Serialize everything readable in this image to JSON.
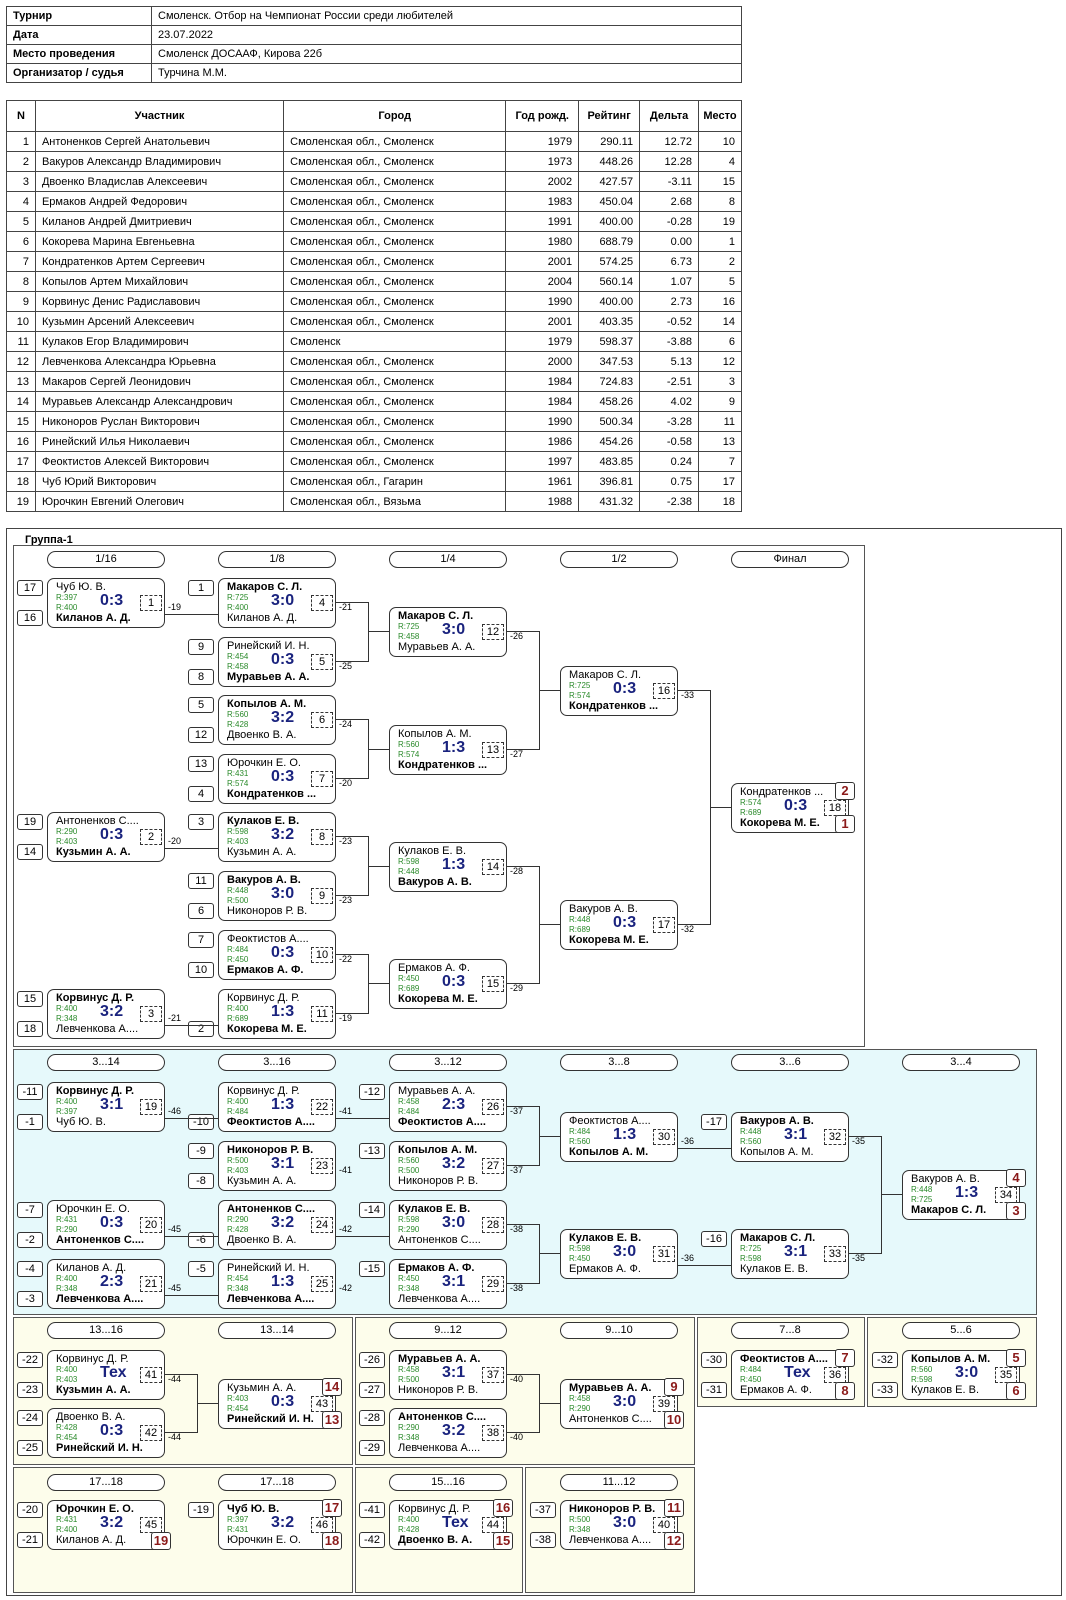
{
  "info": [
    {
      "k": "Турнир",
      "v": "Смоленск. Отбор на Чемпионат России среди любителей"
    },
    {
      "k": "Дата",
      "v": "23.07.2022"
    },
    {
      "k": "Место проведения",
      "v": "Смоленск ДОСААФ, Кирова 22б"
    },
    {
      "k": "Организатор / судья",
      "v": "Турчина М.М."
    }
  ],
  "participants": {
    "headers": [
      "N",
      "Участник",
      "Город",
      "Год рожд.",
      "Рейтинг",
      "Дельта",
      "Место"
    ],
    "rows": [
      [
        "1",
        "Антоненков Сергей Анатольевич",
        "Смоленская обл., Смоленск",
        "1979",
        "290.11",
        "12.72",
        "10"
      ],
      [
        "2",
        "Вакуров Александр Владимирович",
        "Смоленская обл., Смоленск",
        "1973",
        "448.26",
        "12.28",
        "4"
      ],
      [
        "3",
        "Двоенко Владислав Алексеевич",
        "Смоленская обл., Смоленск",
        "2002",
        "427.57",
        "-3.11",
        "15"
      ],
      [
        "4",
        "Ермаков Андрей Федорович",
        "Смоленская обл., Смоленск",
        "1983",
        "450.04",
        "2.68",
        "8"
      ],
      [
        "5",
        "Киланов Андрей Дмитриевич",
        "Смоленская обл., Смоленск",
        "1991",
        "400.00",
        "-0.28",
        "19"
      ],
      [
        "6",
        "Кокорева Марина Евгеньевна",
        "Смоленская обл., Смоленск",
        "1980",
        "688.79",
        "0.00",
        "1"
      ],
      [
        "7",
        "Кондратенков Артем Сергеевич",
        "Смоленская обл., Смоленск",
        "2001",
        "574.25",
        "6.73",
        "2"
      ],
      [
        "8",
        "Копылов Артем Михайлович",
        "Смоленская обл., Смоленск",
        "2004",
        "560.14",
        "1.07",
        "5"
      ],
      [
        "9",
        "Корвинус Денис Радиславович",
        "Смоленская обл., Смоленск",
        "1990",
        "400.00",
        "2.73",
        "16"
      ],
      [
        "10",
        "Кузьмин Арсений Алексеевич",
        "Смоленская обл., Смоленск",
        "2001",
        "403.35",
        "-0.52",
        "14"
      ],
      [
        "11",
        "Кулаков Егор Владимирович",
        "Смоленск",
        "1979",
        "598.37",
        "-3.88",
        "6"
      ],
      [
        "12",
        "Левченкова Александра Юрьевна",
        "Смоленская обл., Смоленск",
        "2000",
        "347.53",
        "5.13",
        "12"
      ],
      [
        "13",
        "Макаров Сергей Леонидович",
        "Смоленская обл., Смоленск",
        "1984",
        "724.83",
        "-2.51",
        "3"
      ],
      [
        "14",
        "Муравьев Александр Александрович",
        "Смоленская обл., Смоленск",
        "1984",
        "458.26",
        "4.02",
        "9"
      ],
      [
        "15",
        "Никоноров Руслан Викторович",
        "Смоленская обл., Смоленск",
        "1990",
        "500.34",
        "-3.28",
        "11"
      ],
      [
        "16",
        "Ринейский Илья Николаевич",
        "Смоленская обл., Смоленск",
        "1986",
        "454.26",
        "-0.58",
        "13"
      ],
      [
        "17",
        "Феоктистов Алексей Викторович",
        "Смоленская обл., Смоленск",
        "1997",
        "483.85",
        "0.24",
        "7"
      ],
      [
        "18",
        "Чуб Юрий Викторович",
        "Смоленская обл., Гагарин",
        "1961",
        "396.81",
        "0.75",
        "17"
      ],
      [
        "19",
        "Юрочкин Евгений Олегович",
        "Смоленская обл., Вязьма",
        "1988",
        "431.32",
        "-2.38",
        "18"
      ]
    ]
  },
  "group": {
    "title": "Группа-1",
    "colors": {
      "main_bg": "#ffffff",
      "consolation_bg": "#e6f9fb",
      "placement_bg": "#fdfdeb",
      "score": "#1a237e",
      "rating": "#2a8a2a",
      "place": "#8b1a1a"
    },
    "rounds": [
      "1/16",
      "1/8",
      "1/4",
      "1/2",
      "Финал",
      "3...14",
      "3...16",
      "3...12",
      "3...8",
      "3...6",
      "3...4",
      "13...16",
      "13...14",
      "9...12",
      "9...10",
      "7...8",
      "5...6",
      "17...18",
      "17...18",
      "15...16",
      "11...12"
    ],
    "matches": [
      {
        "n": "1",
        "p1": "Чуб Ю. В.",
        "r1": "R:397",
        "p2": "Киланов А. Д.",
        "r2": "R:400",
        "s": "0:3",
        "w": 2,
        "s1": "17",
        "s2": "16",
        "l": "-19"
      },
      {
        "n": "2",
        "p1": "Антоненков С....",
        "r1": "R:290",
        "p2": "Кузьмин А. А.",
        "r2": "R:403",
        "s": "0:3",
        "w": 2,
        "s1": "19",
        "s2": "14",
        "l": "-20"
      },
      {
        "n": "3",
        "p1": "Корвинус Д. Р.",
        "r1": "R:400",
        "p2": "Левченкова А....",
        "r2": "R:348",
        "s": "3:2",
        "w": 1,
        "s1": "15",
        "s2": "18",
        "l": "-21"
      },
      {
        "n": "4",
        "p1": "Макаров С. Л.",
        "r1": "R:725",
        "p2": "Киланов А. Д.",
        "r2": "R:400",
        "s": "3:0",
        "w": 1,
        "s1": "1",
        "s2": "",
        "l": "-21"
      },
      {
        "n": "5",
        "p1": "Ринейский И. Н.",
        "r1": "R:454",
        "p2": "Муравьев А. А.",
        "r2": "R:458",
        "s": "0:3",
        "w": 2,
        "s1": "9",
        "s2": "8",
        "l": "-25"
      },
      {
        "n": "6",
        "p1": "Копылов А. М.",
        "r1": "R:560",
        "p2": "Двоенко В. А.",
        "r2": "R:428",
        "s": "3:2",
        "w": 1,
        "s1": "5",
        "s2": "12",
        "l": "-24"
      },
      {
        "n": "7",
        "p1": "Юрочкин Е. О.",
        "r1": "R:431",
        "p2": "Кондратенков ...",
        "r2": "R:574",
        "s": "0:3",
        "w": 2,
        "s1": "13",
        "s2": "4",
        "l": "-20"
      },
      {
        "n": "8",
        "p1": "Кулаков Е. В.",
        "r1": "R:598",
        "p2": "Кузьмин А. А.",
        "r2": "R:403",
        "s": "3:2",
        "w": 1,
        "s1": "3",
        "s2": "",
        "l": "-23"
      },
      {
        "n": "9",
        "p1": "Вакуров А. В.",
        "r1": "R:448",
        "p2": "Никоноров Р. В.",
        "r2": "R:500",
        "s": "3:0",
        "w": 1,
        "s1": "11",
        "s2": "6",
        "l": "-23"
      },
      {
        "n": "10",
        "p1": "Феоктистов А....",
        "r1": "R:484",
        "p2": "Ермаков А. Ф.",
        "r2": "R:450",
        "s": "0:3",
        "w": 2,
        "s1": "7",
        "s2": "10",
        "l": "-22"
      },
      {
        "n": "11",
        "p1": "Корвинус Д. Р.",
        "r1": "R:400",
        "p2": "Кокорева М. Е.",
        "r2": "R:689",
        "s": "1:3",
        "w": 2,
        "s1": "",
        "s2": "2",
        "l": "-19"
      },
      {
        "n": "12",
        "p1": "Макаров С. Л.",
        "r1": "R:725",
        "p2": "Муравьев А. А.",
        "r2": "R:458",
        "s": "3:0",
        "w": 1,
        "l": "-26"
      },
      {
        "n": "13",
        "p1": "Копылов А. М.",
        "r1": "R:560",
        "p2": "Кондратенков ...",
        "r2": "R:574",
        "s": "1:3",
        "w": 2,
        "l": "-27"
      },
      {
        "n": "14",
        "p1": "Кулаков Е. В.",
        "r1": "R:598",
        "p2": "Вакуров А. В.",
        "r2": "R:448",
        "s": "1:3",
        "w": 2,
        "l": "-28"
      },
      {
        "n": "15",
        "p1": "Ермаков А. Ф.",
        "r1": "R:450",
        "p2": "Кокорева М. Е.",
        "r2": "R:689",
        "s": "0:3",
        "w": 2,
        "l": "-29"
      },
      {
        "n": "16",
        "p1": "Макаров С. Л.",
        "r1": "R:725",
        "p2": "Кондратенков ...",
        "r2": "R:574",
        "s": "0:3",
        "w": 2,
        "l": "-33"
      },
      {
        "n": "17",
        "p1": "Вакуров А. В.",
        "r1": "R:448",
        "p2": "Кокорева М. Е.",
        "r2": "R:689",
        "s": "0:3",
        "w": 2,
        "l": "-32"
      },
      {
        "n": "18",
        "p1": "Кондратенков ...",
        "r1": "R:574",
        "p2": "Кокорева М. Е.",
        "r2": "R:689",
        "s": "0:3",
        "w": 2,
        "pl1": "2",
        "pl2": "1"
      },
      {
        "n": "19",
        "p1": "Корвинус Д. Р.",
        "r1": "R:400",
        "p2": "Чуб Ю. В.",
        "r2": "R:397",
        "s": "3:1",
        "w": 1,
        "s1": "-11",
        "s2": "-1",
        "l": "-46"
      },
      {
        "n": "20",
        "p1": "Юрочкин Е. О.",
        "r1": "R:431",
        "p2": "Антоненков С....",
        "r2": "R:290",
        "s": "0:3",
        "w": 2,
        "s1": "-7",
        "s2": "-2",
        "l": "-45"
      },
      {
        "n": "21",
        "p1": "Киланов А. Д.",
        "r1": "R:400",
        "p2": "Левченкова А....",
        "r2": "R:348",
        "s": "2:3",
        "w": 2,
        "s1": "-4",
        "s2": "-3",
        "l": "-45"
      },
      {
        "n": "22",
        "p1": "Корвинус Д. Р.",
        "r1": "R:400",
        "p2": "Феоктистов А....",
        "r2": "R:484",
        "s": "1:3",
        "w": 2,
        "s1": "",
        "s2": "-10",
        "l": "-41"
      },
      {
        "n": "23",
        "p1": "Никоноров Р. В.",
        "r1": "R:500",
        "p2": "Кузьмин А. А.",
        "r2": "R:403",
        "s": "3:1",
        "w": 1,
        "s1": "-9",
        "s2": "-8",
        "l": "-41"
      },
      {
        "n": "24",
        "p1": "Антоненков С....",
        "r1": "R:290",
        "p2": "Двоенко В. А.",
        "r2": "R:428",
        "s": "3:2",
        "w": 1,
        "s1": "",
        "s2": "-6",
        "l": "-42"
      },
      {
        "n": "25",
        "p1": "Ринейский И. Н.",
        "r1": "R:454",
        "p2": "Левченкова А....",
        "r2": "R:348",
        "s": "1:3",
        "w": 2,
        "s1": "-5",
        "s2": "",
        "l": "-42"
      },
      {
        "n": "26",
        "p1": "Муравьев А. А.",
        "r1": "R:458",
        "p2": "Феоктистов А....",
        "r2": "R:484",
        "s": "2:3",
        "w": 2,
        "s1": "-12",
        "s2": "",
        "l": "-37"
      },
      {
        "n": "27",
        "p1": "Копылов А. М.",
        "r1": "R:560",
        "p2": "Никоноров Р. В.",
        "r2": "R:500",
        "s": "3:2",
        "w": 1,
        "s1": "-13",
        "s2": "",
        "l": "-37"
      },
      {
        "n": "28",
        "p1": "Кулаков Е. В.",
        "r1": "R:598",
        "p2": "Антоненков С....",
        "r2": "R:290",
        "s": "3:0",
        "w": 1,
        "s1": "-14",
        "s2": "",
        "l": "-38"
      },
      {
        "n": "29",
        "p1": "Ермаков А. Ф.",
        "r1": "R:450",
        "p2": "Левченкова А....",
        "r2": "R:348",
        "s": "3:1",
        "w": 1,
        "s1": "-15",
        "s2": "",
        "l": "-38"
      },
      {
        "n": "30",
        "p1": "Феоктистов А....",
        "r1": "R:484",
        "p2": "Копылов А. М.",
        "r2": "R:560",
        "s": "1:3",
        "w": 2,
        "l": "-36"
      },
      {
        "n": "31",
        "p1": "Кулаков Е. В.",
        "r1": "R:598",
        "p2": "Ермаков А. Ф.",
        "r2": "R:450",
        "s": "3:0",
        "w": 1,
        "l": "-36"
      },
      {
        "n": "32",
        "p1": "Вакуров А. В.",
        "r1": "R:448",
        "p2": "Копылов А. М.",
        "r2": "R:560",
        "s": "3:1",
        "w": 1,
        "s1": "-17",
        "s2": "",
        "l": "-35"
      },
      {
        "n": "33",
        "p1": "Макаров С. Л.",
        "r1": "R:725",
        "p2": "Кулаков Е. В.",
        "r2": "R:598",
        "s": "3:1",
        "w": 1,
        "s1": "-16",
        "s2": "",
        "l": "-35"
      },
      {
        "n": "34",
        "p1": "Вакуров А. В.",
        "r1": "R:448",
        "p2": "Макаров С. Л.",
        "r2": "R:725",
        "s": "1:3",
        "w": 2,
        "pl1": "4",
        "pl2": "3"
      },
      {
        "n": "41",
        "p1": "Корвинус Д. Р.",
        "r1": "R:400",
        "p2": "Кузьмин А. А.",
        "r2": "R:403",
        "s": "Тех",
        "w": 2,
        "s1": "-22",
        "s2": "-23",
        "l": "-44"
      },
      {
        "n": "42",
        "p1": "Двоенко В. А.",
        "r1": "R:428",
        "p2": "Ринейский И. Н.",
        "r2": "R:454",
        "s": "0:3",
        "w": 2,
        "s1": "-24",
        "s2": "-25",
        "l": "-44"
      },
      {
        "n": "43",
        "p1": "Кузьмин А. А.",
        "r1": "R:403",
        "p2": "Ринейский И. Н.",
        "r2": "R:454",
        "s": "0:3",
        "w": 2,
        "pl1": "14",
        "pl2": "13"
      },
      {
        "n": "37",
        "p1": "Муравьев А. А.",
        "r1": "R:458",
        "p2": "Никоноров Р. В.",
        "r2": "R:500",
        "s": "3:1",
        "w": 1,
        "s1": "-26",
        "s2": "-27",
        "l": "-40"
      },
      {
        "n": "38",
        "p1": "Антоненков С....",
        "r1": "R:290",
        "p2": "Левченкова А....",
        "r2": "R:348",
        "s": "3:2",
        "w": 1,
        "s1": "-28",
        "s2": "-29",
        "l": "-40"
      },
      {
        "n": "39",
        "p1": "Муравьев А. А.",
        "r1": "R:458",
        "p2": "Антоненков С....",
        "r2": "R:290",
        "s": "3:0",
        "w": 1,
        "pl1": "9",
        "pl2": "10"
      },
      {
        "n": "36",
        "p1": "Феоктистов А....",
        "r1": "R:484",
        "p2": "Ермаков А. Ф.",
        "r2": "R:450",
        "s": "Тех",
        "w": 1,
        "s1": "-30",
        "s2": "-31",
        "pl1": "7",
        "pl2": "8"
      },
      {
        "n": "35",
        "p1": "Копылов А. М.",
        "r1": "R:560",
        "p2": "Кулаков Е. В.",
        "r2": "R:598",
        "s": "3:0",
        "w": 1,
        "s1": "-32",
        "s2": "-33",
        "pl1": "5",
        "pl2": "6"
      },
      {
        "n": "45",
        "p1": "Юрочкин Е. О.",
        "r1": "R:431",
        "p2": "Киланов А. Д.",
        "r2": "R:400",
        "s": "3:2",
        "w": 1,
        "s1": "-20",
        "s2": "-21",
        "pl2": "19"
      },
      {
        "n": "46",
        "p1": "Чуб Ю. В.",
        "r1": "R:397",
        "p2": "Юрочкин Е. О.",
        "r2": "R:431",
        "s": "3:2",
        "w": 1,
        "s1": "-19",
        "pl1": "17",
        "pl2": "18"
      },
      {
        "n": "44",
        "p1": "Корвинус Д. Р.",
        "r1": "R:400",
        "p2": "Двоенко В. А.",
        "r2": "R:428",
        "s": "Тех",
        "w": 2,
        "s1": "-41",
        "s2": "-42",
        "pl1": "16",
        "pl2": "15"
      },
      {
        "n": "40",
        "p1": "Никоноров Р. В.",
        "r1": "R:500",
        "p2": "Левченкова А....",
        "r2": "R:348",
        "s": "3:0",
        "w": 1,
        "s1": "-37",
        "s2": "-38",
        "pl1": "11",
        "pl2": "12"
      }
    ]
  }
}
